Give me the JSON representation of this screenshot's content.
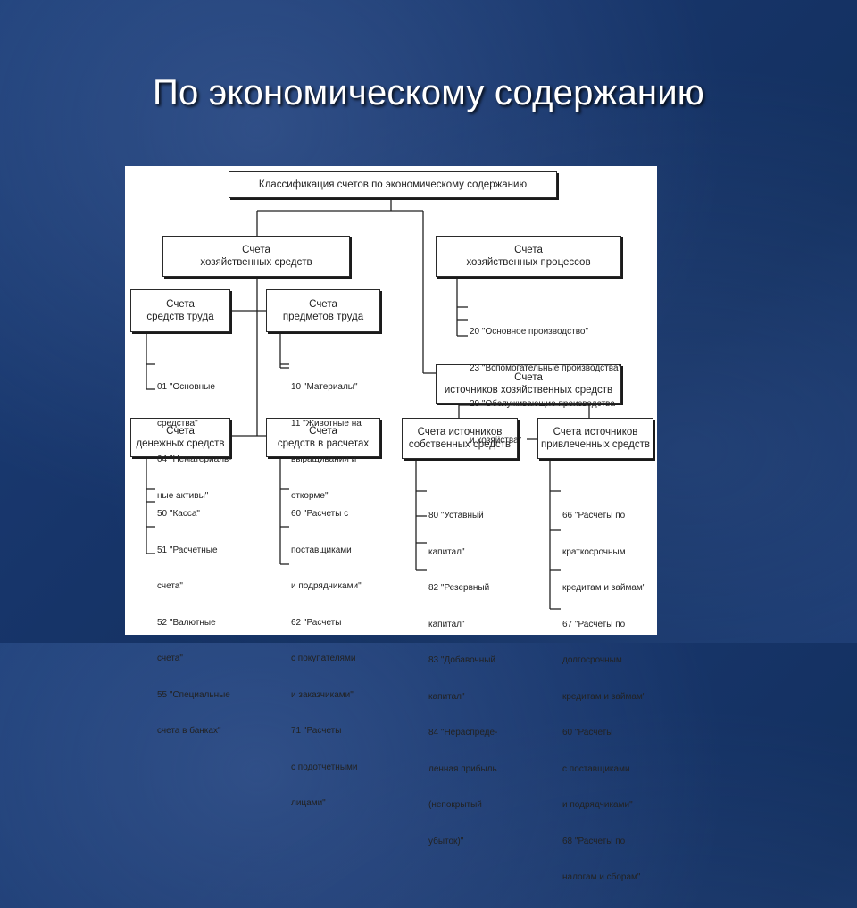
{
  "slide": {
    "title": "По экономическому содержанию"
  },
  "boxes": {
    "root": [
      "Классификация счетов по экономическому содержанию"
    ],
    "assets": [
      "Счета",
      "хозяйственных средств"
    ],
    "processes": [
      "Счета",
      "хозяйственных процессов"
    ],
    "labor_means": [
      "Счета",
      "средств труда"
    ],
    "labor_objects": [
      "Счета",
      "предметов труда"
    ],
    "cash": [
      "Счета",
      "денежных средств"
    ],
    "settlements": [
      "Счета",
      "средств в расчетах"
    ],
    "sources": [
      "Счета",
      "источников хозяйственных средств"
    ],
    "own_sources": [
      "Счета источников",
      "собственных средств"
    ],
    "borrowed_sources": [
      "Счета источников",
      "привлеченных средств"
    ]
  },
  "lists": {
    "processes": [
      "20 \"Основное производство\"",
      "23 \"Вспомогательные производства\"",
      "29 \"Обслуживающие производства",
      "и хозяйства\""
    ],
    "labor_means": [
      "01 \"Основные",
      "средства\"",
      "04 \"Нематериаль-",
      "ные активы\""
    ],
    "labor_objects": [
      "10 \"Материалы\"",
      "11 \"Животные на",
      "выращивании и",
      "откорме\""
    ],
    "cash": [
      "50 \"Касса\"",
      "51 \"Расчетные",
      "счета\"",
      "52 \"Валютные",
      "счета\"",
      "55 \"Специальные",
      "счета в банках\""
    ],
    "settlements": [
      "60 \"Расчеты с",
      "поставщиками",
      "и подрядчиками\"",
      "62 \"Расчеты",
      "с покупателями",
      "и заказчиками\"",
      "71 \"Расчеты",
      "с подотчетными",
      "лицами\""
    ],
    "own_sources": [
      "80 \"Уставный",
      "капитал\"",
      "82 \"Резервный",
      "капитал\"",
      "83 \"Добавочный",
      "капитал\"",
      "84 \"Нераспреде-",
      "ленная прибыль",
      "(непокрытый",
      "убыток)\""
    ],
    "borrowed_sources": [
      "66 \"Расчеты по",
      "краткосрочным",
      "кредитам и займам\"",
      "67 \"Расчеты по",
      "долгосрочным",
      "кредитам и займам\"",
      "60 \"Расчеты",
      "с поставщиками",
      "и подрядчиками\"",
      "68 \"Расчеты по",
      "налогам и сборам\""
    ]
  }
}
